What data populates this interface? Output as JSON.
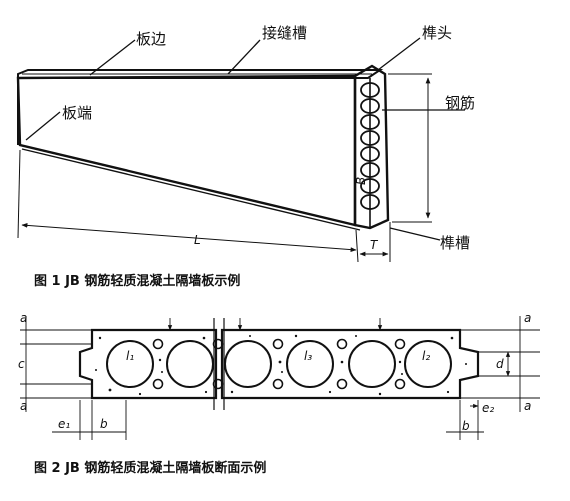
{
  "figure1": {
    "labels": {
      "edge": "板边",
      "joint_groove": "接缝槽",
      "tenon": "榫头",
      "end": "板端",
      "rebar": "钢筋",
      "mortise": "榫槽",
      "length": "L",
      "thickness": "T",
      "height": "B"
    },
    "caption": "图 1 JB 钢筋轻质混凝土隔墙板示例"
  },
  "figure2": {
    "labels": {
      "a_top": "a",
      "a_bottom": "a",
      "c": "c",
      "d": "d",
      "b_left": "b",
      "b_right": "b",
      "e1": "e₁",
      "e2": "e₂",
      "l1": "l₁",
      "l2": "l₂",
      "l3": "l₃"
    },
    "caption": "图 2 JB 钢筋轻质混凝土隔墙板断面示例"
  },
  "colors": {
    "ink": "#111111",
    "paper": "#ffffff"
  }
}
